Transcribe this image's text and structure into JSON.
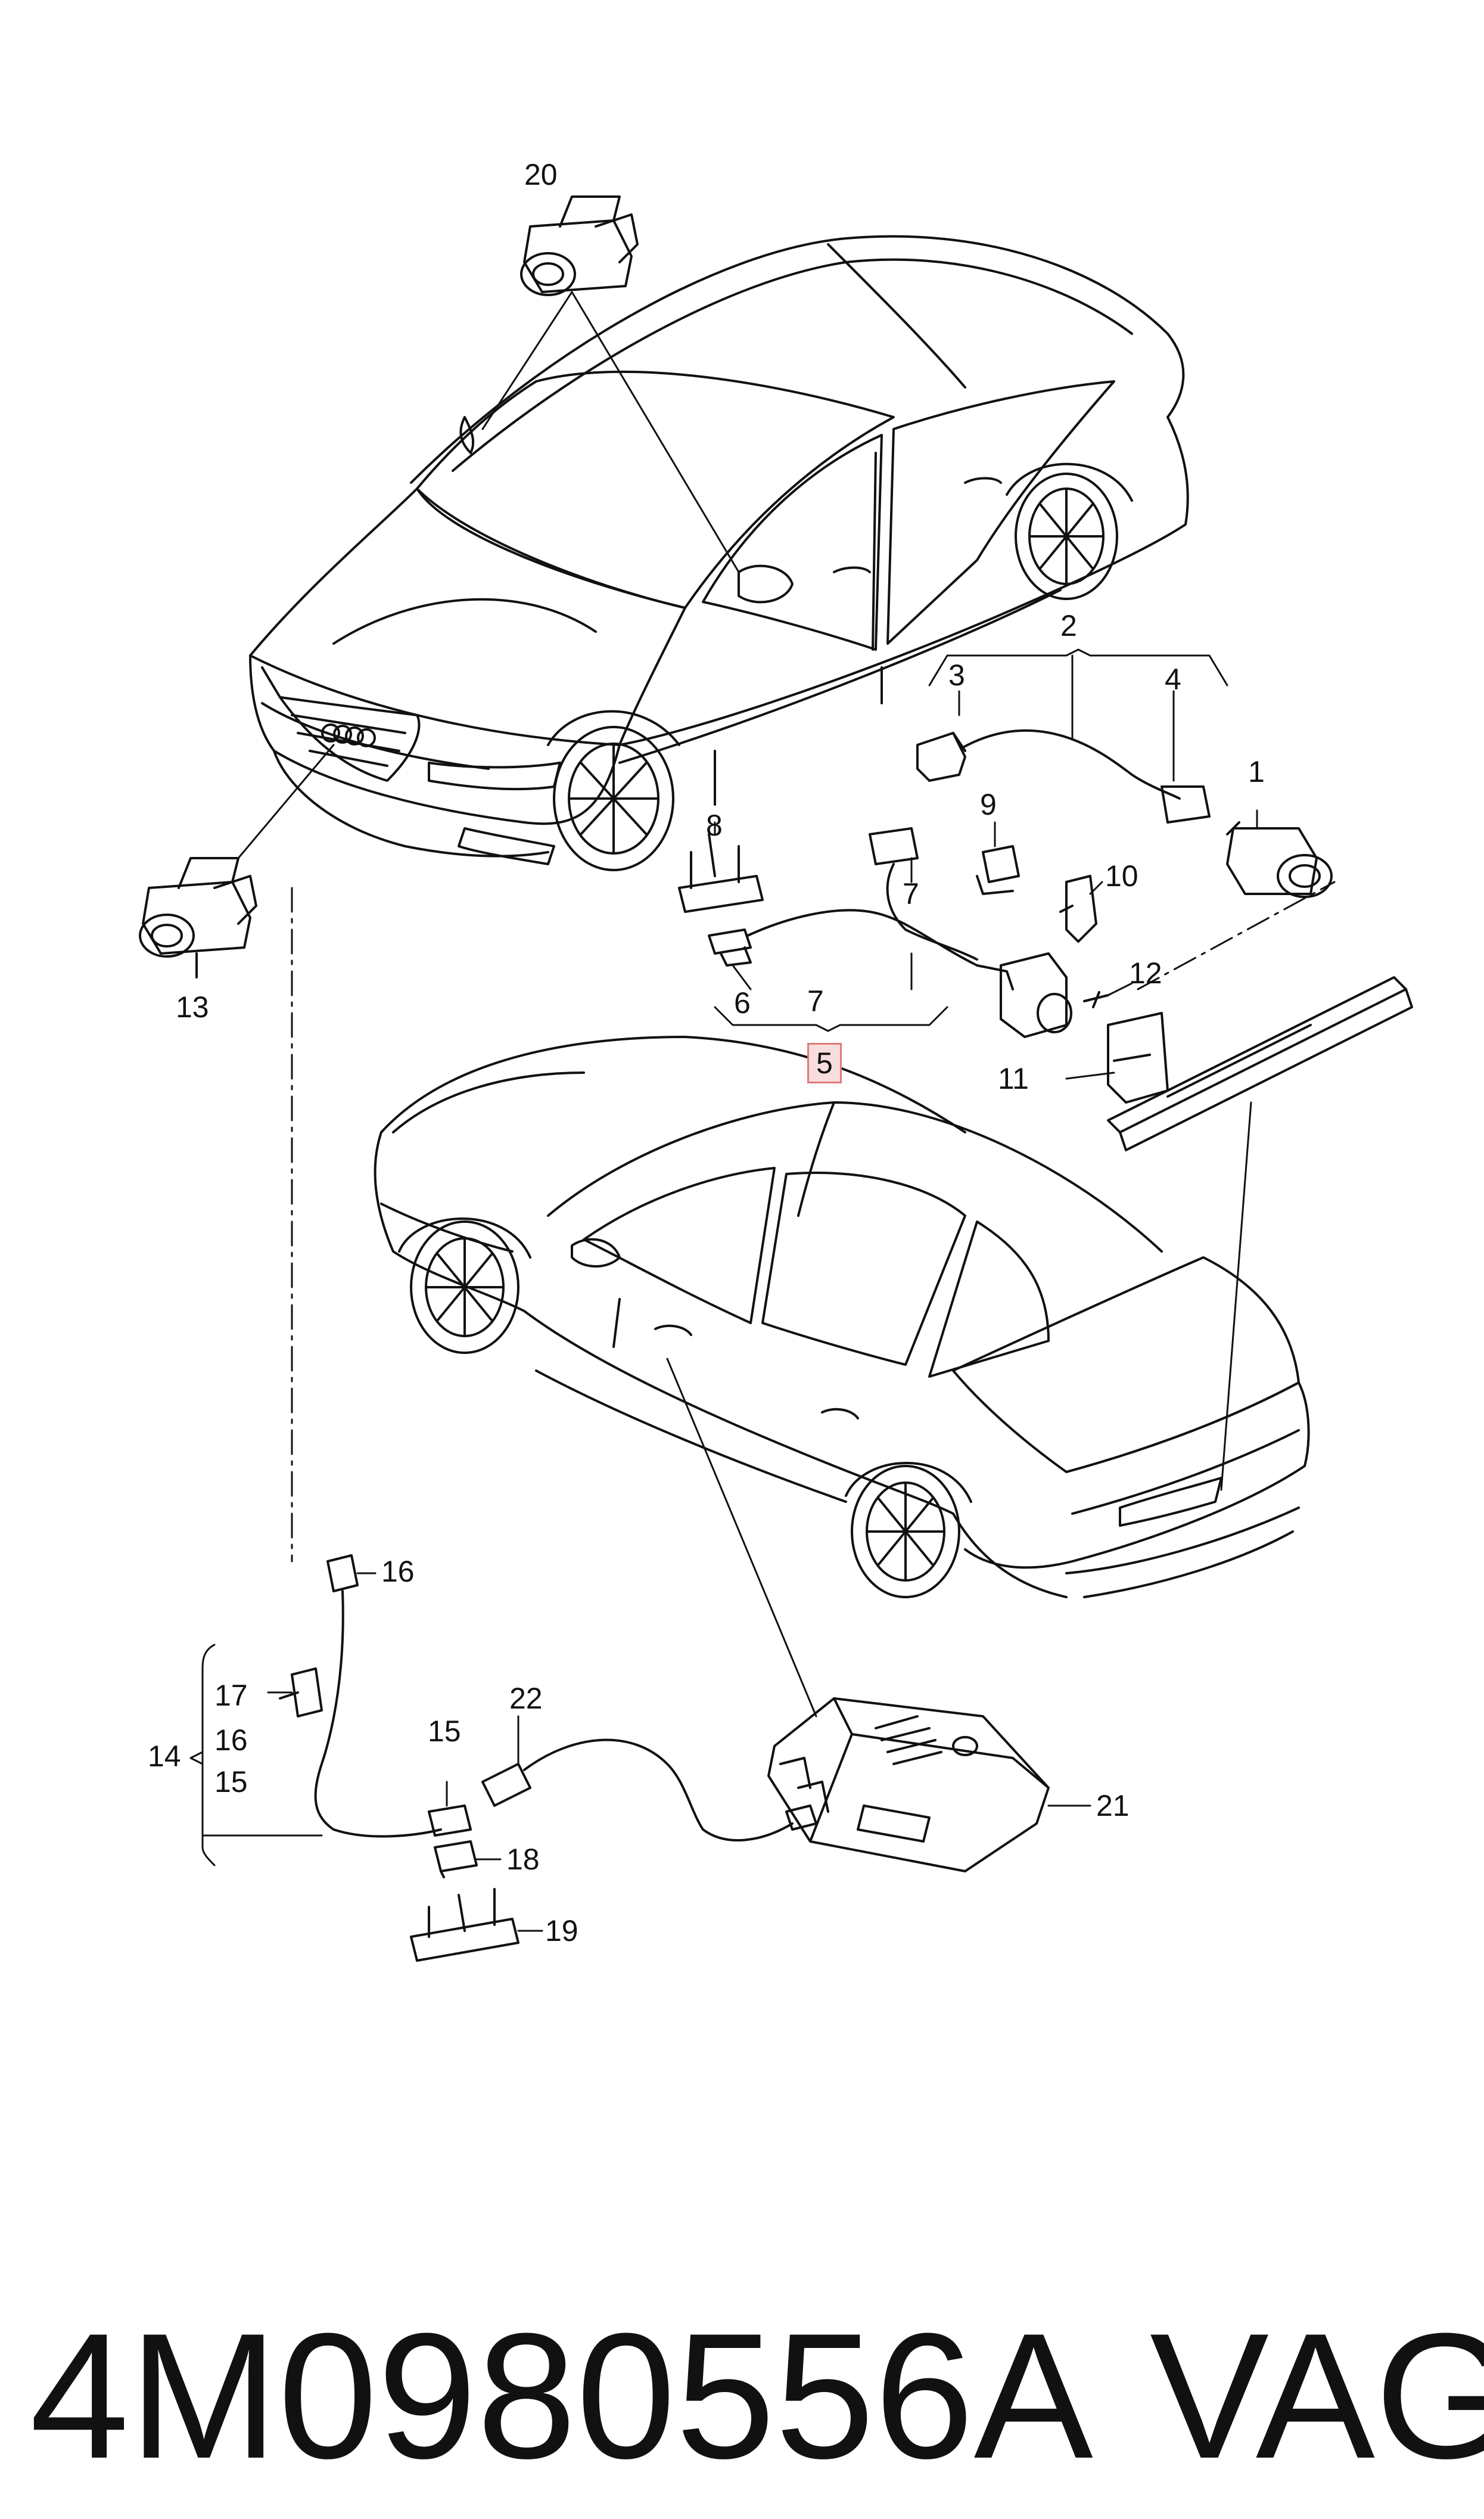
{
  "callouts": {
    "c1": "1",
    "c2": "2",
    "c3": "3",
    "c4": "4",
    "c5": "5",
    "c6": "6",
    "c7a": "7",
    "c7b": "7",
    "c8": "8",
    "c9": "9",
    "c10": "10",
    "c11": "11",
    "c12": "12",
    "c13": "13",
    "c14": "14",
    "c15a": "15",
    "c15b": "15",
    "c16a": "16",
    "c16b": "16",
    "c17": "17",
    "c18": "18",
    "c19": "19",
    "c20": "20",
    "c21": "21",
    "c22": "22"
  },
  "highlighted_callout": "5",
  "footer": {
    "part_number": "4M0980556A",
    "brand": "VAG"
  }
}
